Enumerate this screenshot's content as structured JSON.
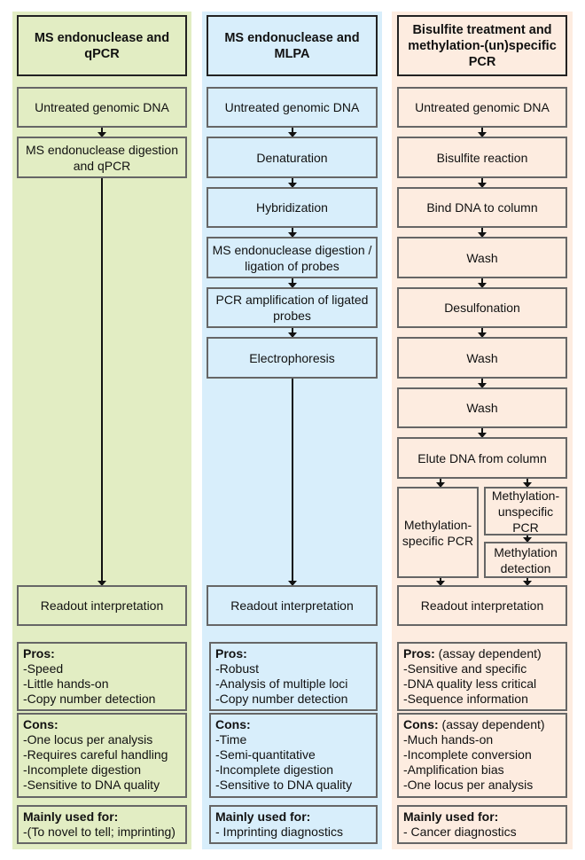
{
  "columns": [
    {
      "title": "MS endonuclease and qPCR",
      "steps": [
        "Untreated genomic DNA",
        "MS endonuclease digestion and qPCR"
      ],
      "readout": "Readout interpretation",
      "pros": {
        "heading": "Pros:",
        "note": "",
        "items": [
          "-Speed",
          "-Little hands-on",
          "-Copy number detection"
        ]
      },
      "cons": {
        "heading": "Cons:",
        "note": "",
        "items": [
          "-One locus per analysis",
          "-Requires careful handling",
          "-Incomplete digestion",
          "-Sensitive to DNA quality"
        ]
      },
      "used_for": {
        "heading": "Mainly used for:",
        "items": [
          "-(To novel to tell; imprinting)"
        ]
      }
    },
    {
      "title": "MS endonuclease and MLPA",
      "steps": [
        "Untreated genomic DNA",
        "Denaturation",
        "Hybridization",
        "MS endonuclease digestion / ligation of probes",
        "PCR amplification of ligated probes",
        "Electrophoresis"
      ],
      "readout": "Readout interpretation",
      "pros": {
        "heading": "Pros:",
        "note": "",
        "items": [
          "-Robust",
          "-Analysis of multiple loci",
          "-Copy number detection"
        ]
      },
      "cons": {
        "heading": "Cons:",
        "note": "",
        "items": [
          "-Time",
          "-Semi-quantitative",
          "-Incomplete digestion",
          "-Sensitive to DNA quality"
        ]
      },
      "used_for": {
        "heading": "Mainly used for:",
        "items": [
          "- Imprinting diagnostics"
        ]
      }
    },
    {
      "title": "Bisulfite treatment and methylation-(un)specific PCR",
      "steps": [
        "Untreated genomic DNA",
        "Bisulfite reaction",
        "Bind DNA to column",
        "Wash",
        "Desulfonation",
        "Wash",
        "Wash",
        "Elute DNA from column"
      ],
      "branch_left": "Methylation-specific PCR",
      "branch_right": [
        "Methylation-unspecific PCR",
        "Methylation detection"
      ],
      "readout": "Readout interpretation",
      "pros": {
        "heading": "Pros:",
        "note": " (assay dependent)",
        "items": [
          "-Sensitive and specific",
          "-DNA quality less critical",
          "-Sequence information"
        ]
      },
      "cons": {
        "heading": "Cons:",
        "note": " (assay dependent)",
        "items": [
          "-Much hands-on",
          "-Incomplete conversion",
          "-Amplification bias",
          "-One locus per analysis"
        ]
      },
      "used_for": {
        "heading": "Mainly used for:",
        "items": [
          "- Cancer diagnostics"
        ]
      }
    }
  ],
  "colors": {
    "green_panel": "#e2edc3",
    "blue_panel": "#d8eefb",
    "peach_panel": "#fdece0",
    "box_border": "#666666",
    "title_border": "#222222"
  }
}
